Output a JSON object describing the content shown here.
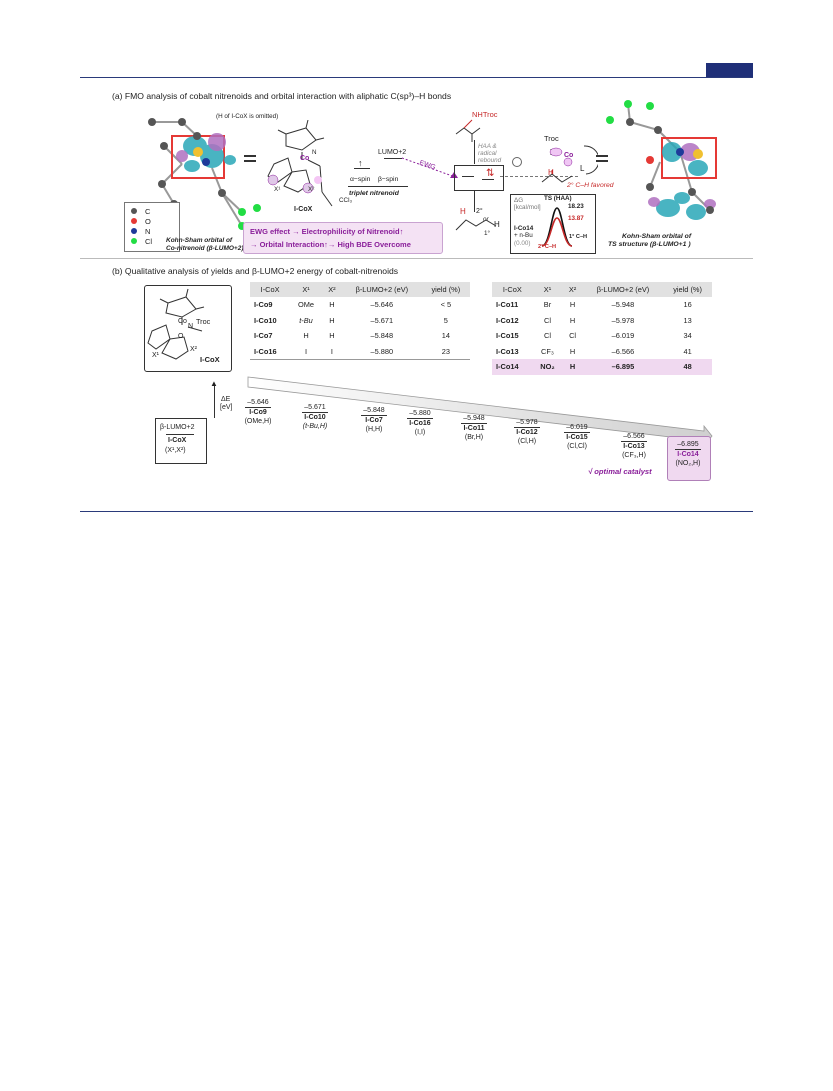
{
  "caption_a": "(a) FMO analysis of cobalt nitrenoids and orbital interaction with aliphatic C(sp³)–H bonds",
  "caption_b": "(b) Qualitative analysis of yields and β-LUMO+2 energy of cobalt-nitrenoids",
  "omitted_note": "(H of I-CoX is omitted)",
  "legend": [
    {
      "label": "C",
      "color": "#555555"
    },
    {
      "label": "O",
      "color": "#e53935"
    },
    {
      "label": "N",
      "color": "#1e3a9a"
    },
    {
      "label": "Cl",
      "color": "#22dd44"
    }
  ],
  "ks_left_line1": "Kohn-Sham orbital of",
  "ks_left_line2": "Co-nitrenoid (β-LUMO+2)",
  "ks_right_line1": "Kohn-Sham orbital of",
  "ks_right_line2": "TS structure (β-LUMO+1 )",
  "mol_label": "I-CoX",
  "lumo_label": "LUMO+2",
  "alpha_spin": "α−spin",
  "beta_spin": "β−spin",
  "triplet": "triplet nitrenoid",
  "ewg_label": "EWG",
  "ccl3": "CCl₃",
  "banner_line1": "EWG effect → Electrophilicity of Nitrenoid↑",
  "banner_line2": "→ Orbital Interaction↑→ High BDE Overcome",
  "nhtroc": "NHTroc",
  "haa_line1": "HAA &",
  "haa_line2": "radical",
  "haa_line3": "rebound",
  "or_label": "or",
  "degree1": "1°",
  "degree2": "2°",
  "troc": "Troc",
  "co_label": "Co",
  "n_label": "N",
  "l_label": "L",
  "favored": "2° C–H favored",
  "energy_profile": {
    "dg_label": "ΔG",
    "unit": "[kcal/mol]",
    "ts_label": "TS (HAA)",
    "e1": "18.23",
    "e2": "13.87",
    "start_line1": "I-Co14",
    "start_line2": "+ n-Bu",
    "start_line3": "(0.00)",
    "path1": "1° C–H",
    "path2": "2° C–H"
  },
  "table_headers": [
    "I-CoX",
    "X¹",
    "X²",
    "β-LUMO+2 (eV)",
    "yield (%)"
  ],
  "table_left": [
    [
      "I-Co9",
      "OMe",
      "H",
      "–5.646",
      "< 5"
    ],
    [
      "I-Co10",
      "t-Bu",
      "H",
      "–5.671",
      "5"
    ],
    [
      "I-Co7",
      "H",
      "H",
      "–5.848",
      "14"
    ],
    [
      "I-Co16",
      "I",
      "I",
      "–5.880",
      "23"
    ]
  ],
  "table_right": [
    [
      "I-Co11",
      "Br",
      "H",
      "–5.948",
      "16"
    ],
    [
      "I-Co12",
      "Cl",
      "H",
      "–5.978",
      "13"
    ],
    [
      "I-Co15",
      "Cl",
      "Cl",
      "–6.019",
      "34"
    ],
    [
      "I-Co13",
      "CF₃",
      "H",
      "–6.566",
      "41"
    ],
    [
      "I-Co14",
      "NO₂",
      "H",
      "–6.895",
      "48"
    ]
  ],
  "struct_troc": "Troc",
  "struct_x1": "X¹",
  "struct_x2": "X²",
  "struct_label": "I-CoX",
  "key_line1": "β-LUMO+2",
  "key_line2": "I-CoX",
  "key_line3": "(X¹,X²)",
  "delta_e": "ΔE",
  "ev": "[eV]",
  "levels": [
    {
      "value": "–5.646",
      "name": "I-Co9",
      "sub": "(OMe,H)"
    },
    {
      "value": "–5.671",
      "name": "I-Co10",
      "sub": "(t-Bu,H)"
    },
    {
      "value": "–5.848",
      "name": "I-Co7",
      "sub": "(H,H)"
    },
    {
      "value": "–5.880",
      "name": "I-Co16",
      "sub": "(I,I)"
    },
    {
      "value": "–5.948",
      "name": "I-Co11",
      "sub": "(Br,H)"
    },
    {
      "value": "–5.978",
      "name": "I-Co12",
      "sub": "(Cl,H)"
    },
    {
      "value": "–6.019",
      "name": "I-Co15",
      "sub": "(Cl,Cl)"
    },
    {
      "value": "–6.566",
      "name": "I-Co13",
      "sub": "(CF₃,H)"
    },
    {
      "value": "–6.895",
      "name": "I-Co14",
      "sub": "(NO₂,H)"
    }
  ],
  "optimal": "√  optimal catalyst"
}
